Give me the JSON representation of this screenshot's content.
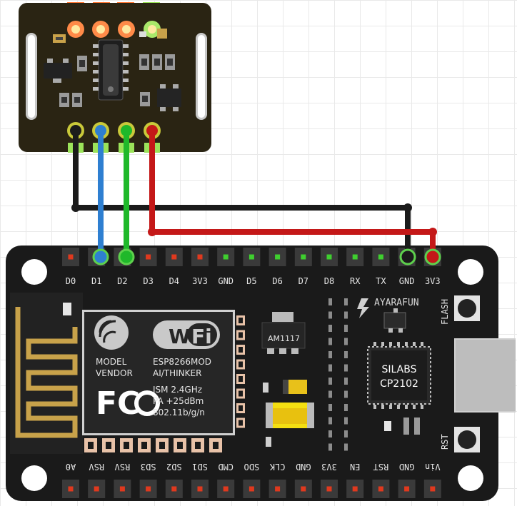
{
  "board": {
    "top_pins": [
      "D0",
      "D1",
      "D2",
      "D3",
      "D4",
      "3V3",
      "GND",
      "D5",
      "D6",
      "D7",
      "D8",
      "RX",
      "TX",
      "GND",
      "3V3"
    ],
    "bottom_pins": [
      "A0",
      "RSV",
      "RSV",
      "SD3",
      "SD2",
      "SD1",
      "CMD",
      "SDO",
      "CLK",
      "GND",
      "3V3",
      "EN",
      "RST",
      "GND",
      "Vin"
    ],
    "flash_label": "FLASH",
    "rst_label": "RST",
    "brand": "AYARAFUN",
    "regulator": "AM1117",
    "usb_chip": [
      "SILABS",
      "CP2102"
    ]
  },
  "module": {
    "wifi_logo": [
      "Wi",
      "Fi"
    ],
    "fcc_logo": "FC",
    "left_text": [
      "MODEL",
      "VENDOR"
    ],
    "right_text": [
      "ESP8266MOD",
      "AI/THINKER",
      "ISM 2.4GHz",
      "PA +25dBm",
      "802.11b/g/n"
    ]
  },
  "colors": {
    "board": "#1a1a1a",
    "sensor_board": "#2a2413",
    "wire_black": "#1b1b1b",
    "wire_blue": "#2e7fd1",
    "wire_green": "#1fb82a",
    "wire_red": "#c41818",
    "pin_red": "#e0391e",
    "pin_green": "#3fcf2f",
    "gold": "#c8a24a",
    "header_orange": "#ff7a38",
    "header_green": "#9be35a"
  }
}
